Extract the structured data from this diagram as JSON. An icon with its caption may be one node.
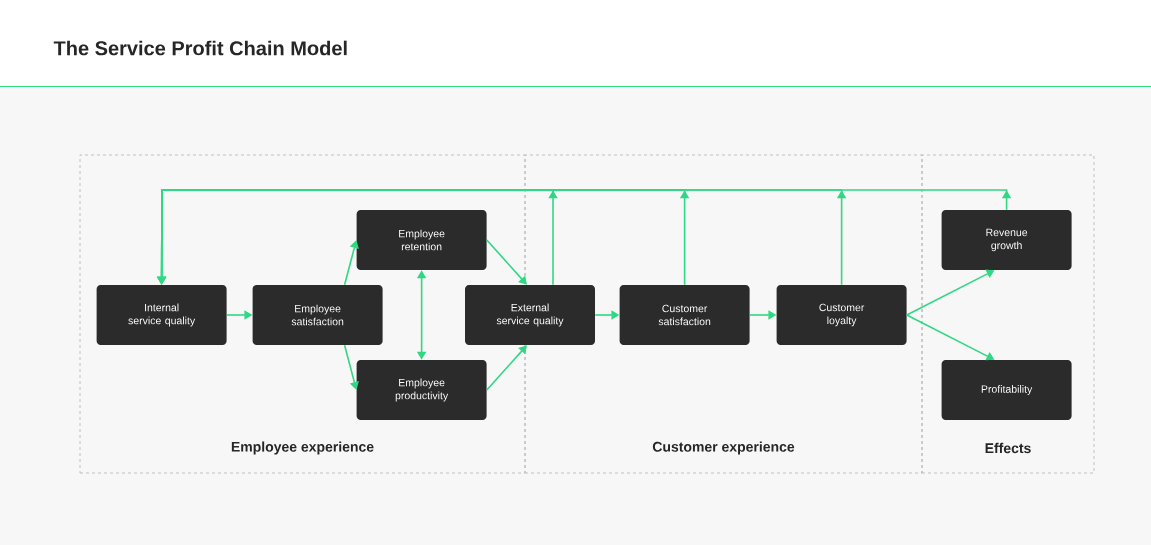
{
  "diagram": {
    "title": "The Service Profit Chain Model",
    "nodes": [
      {
        "text": [
          "Employee experience"
        ]
      },
      {
        "text": [
          "Customer experience"
        ]
      },
      {
        "text": [
          "Effects"
        ]
      },
      {
        "text": [
          "Internal service quality"
        ],
        "in": 0
      },
      {
        "text": [
          "Employee satisfaction"
        ],
        "in": 0
      },
      {
        "text": [
          "Employee retention"
        ],
        "in": 0
      },
      {
        "text": [
          "Employee productivity"
        ],
        "in": 0
      },
      {
        "text": [
          "External service quality"
        ]
      },
      {
        "text": [
          "Customer satisfaction"
        ],
        "in": 1
      },
      {
        "text": [
          "Customer loyalty"
        ],
        "in": 1
      },
      {
        "text": [
          "Revenue growth"
        ],
        "in": 2
      },
      {
        "text": [
          "Profitability"
        ],
        "in": 2
      }
    ],
    "edges": [
      {
        "from": 3,
        "to": 4,
        "arrow": "to"
      },
      {
        "from": 4,
        "to": 5,
        "arrow": "to"
      },
      {
        "from": 4,
        "to": 6,
        "arrow": "to"
      },
      {
        "from": 5,
        "to": 6,
        "arrow": "both"
      },
      {
        "from": 5,
        "to": 7,
        "arrow": "to"
      },
      {
        "from": 6,
        "to": 7,
        "arrow": "to"
      },
      {
        "from": 7,
        "to": 8,
        "arrow": "to"
      },
      {
        "from": 8,
        "to": 9,
        "arrow": "to"
      },
      {
        "from": 9,
        "to": 10,
        "arrow": "to"
      },
      {
        "from": 9,
        "to": 11,
        "arrow": "to"
      },
      {
        "from": 7,
        "to": 3,
        "arrow": "to"
      },
      {
        "from": 8,
        "to": 3,
        "arrow": "to"
      },
      {
        "from": 9,
        "to": 3,
        "arrow": "to"
      },
      {
        "from": 10,
        "to": 3,
        "arrow": "to"
      }
    ]
  }
}
